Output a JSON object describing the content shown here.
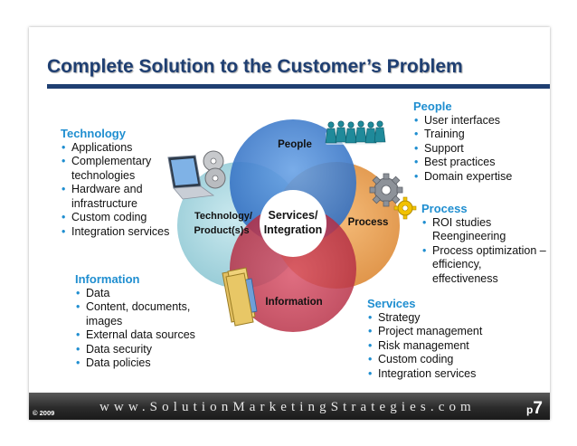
{
  "title": "Complete Solution to the Customer’s Problem",
  "diagram": {
    "center_line1": "Services/",
    "center_line2": "Integration",
    "circle_people": "People",
    "circle_process": "Process",
    "circle_information": "Information",
    "circle_technology_line1": "Technology/",
    "circle_technology_line2": "Product(s)s",
    "colors": {
      "people": "#3f7fd0",
      "process": "#e79a45",
      "information": "#c23a4e",
      "technology": "#9fd2dc"
    }
  },
  "technology": {
    "heading": "Technology",
    "items": [
      "Applications",
      "Complementary",
      "technologies",
      "Hardware and",
      "infrastructure",
      "Custom coding",
      "Integration services"
    ]
  },
  "people": {
    "heading": "People",
    "items": [
      "User interfaces",
      "Training",
      "Support",
      "Best practices",
      "Domain expertise"
    ]
  },
  "process": {
    "heading": "Process",
    "items": [
      "ROI studies",
      "Reengineering",
      "Process optimization –",
      "efficiency,",
      "effectiveness"
    ]
  },
  "information": {
    "heading": "Information",
    "items": [
      "Data",
      "Content, documents,",
      "images",
      "External data sources",
      "Data security",
      "Data policies"
    ]
  },
  "services": {
    "heading": "Services",
    "items": [
      "Strategy",
      "Project management",
      "Risk management",
      "Custom coding",
      "Integration services"
    ]
  },
  "footer": {
    "copyright": "© 2009",
    "website": "www.SolutionMarketingStrategies.com",
    "page_prefix": "p",
    "page_number": "7"
  }
}
